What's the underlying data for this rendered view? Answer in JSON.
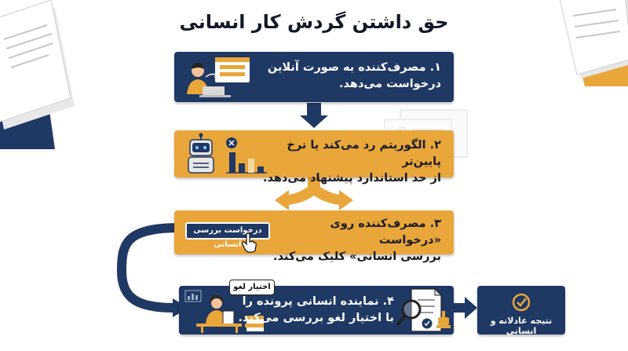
{
  "title": "حق داشتن گردش کار انسانی",
  "steps": [
    {
      "text": "۱. مصرف‌کننده به صورت آنلاین\nدرخواست می‌دهد."
    },
    {
      "text": "۲. الگوریتم رد می‌کند یا نرخ پایین‌تر\nاز حد استاندارد پیشنهاد می‌دهد."
    },
    {
      "text": "۳. مصرف‌کننده روی «درخواست\nبررسی انسانی» کلیک می‌کند."
    },
    {
      "text": "۴. نماینده انسانی پرونده را\nبا اختیار لغو بررسی می‌کند."
    }
  ],
  "button_label": "درخواست بررسی انسانی",
  "override_label": "اختیار لغو",
  "result_label": "نتیجه عادلانه و انسانی",
  "colors": {
    "navy": "#1f3864",
    "gold": "#e9a63a"
  }
}
